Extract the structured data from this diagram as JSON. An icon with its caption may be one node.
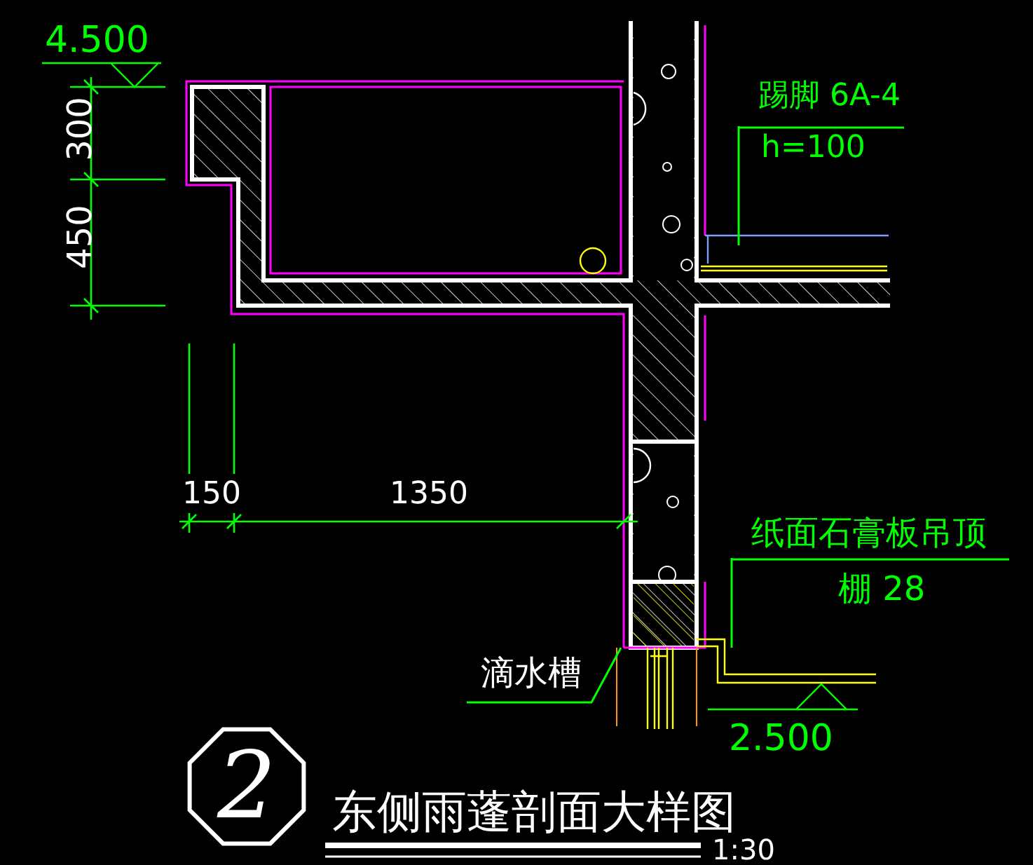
{
  "diagram": {
    "title": "东侧雨蓬剖面大样图",
    "nodes": [
      {
        "text": [
          "踢脚 6A-4",
          "h=100"
        ]
      },
      {
        "text": [
          "纸面石膏板吊顶",
          "棚 28"
        ]
      },
      {
        "text": [
          "滴水槽"
        ]
      },
      {
        "text": [
          "2"
        ]
      }
    ],
    "edges": [
      {
        "from": 0,
        "to": null,
        "arrow": "none"
      },
      {
        "from": 1,
        "to": null,
        "arrow": "none"
      },
      {
        "from": 2,
        "to": null,
        "arrow": "none"
      }
    ],
    "labels": [
      "4.500",
      "300",
      "450",
      "150",
      "1350",
      "2.500",
      "1:30"
    ]
  }
}
